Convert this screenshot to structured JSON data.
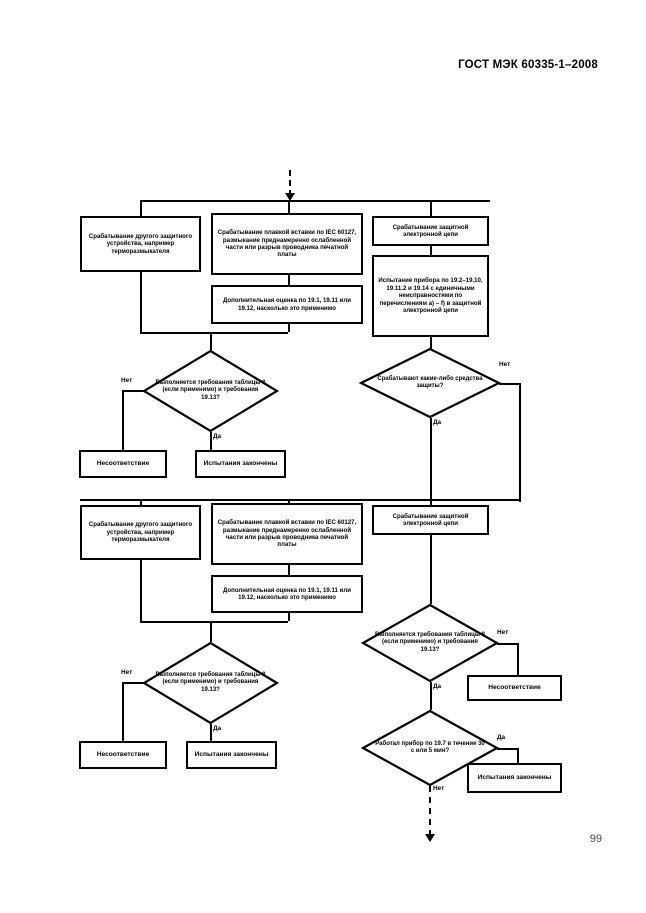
{
  "document": {
    "header": "ГОСТ МЭК 60335-1–2008",
    "page_number": "99"
  },
  "labels": {
    "yes": "Да",
    "no": "Нет"
  },
  "chart_data": {
    "type": "diagram",
    "title": "ГОСТ МЭК 60335-1–2008",
    "diagram_kind": "flowchart",
    "nodes": [
      {
        "id": "s1_b1",
        "shape": "process",
        "text": "Срабатывание другого защитного устройства, например терморазмыкателя"
      },
      {
        "id": "s1_b2",
        "shape": "process",
        "text": "Срабатывание плавкой вставки по IEC 60127, размыкание преднамеренно ослабленной части или разрыв проводника печатной платы"
      },
      {
        "id": "s1_b3",
        "shape": "process",
        "text": "Срабатывание защитной электронной цепи"
      },
      {
        "id": "s1_b4",
        "shape": "process",
        "text": "Испытание прибора по 19.2–19.10, 19.11.2 и 19.14 с единичными неисправностями по перечислениям a) – f) в защитной электронной цепи"
      },
      {
        "id": "s1_b5",
        "shape": "process",
        "text": "Дополнительная оценка по 19.1, 19.11 или 19.12, насколько это применимо"
      },
      {
        "id": "s1_d1",
        "shape": "decision",
        "text": "Выполняется требования таблицы 8 (если применимо) и требования 19.13?"
      },
      {
        "id": "s1_d2",
        "shape": "decision",
        "text": "Срабатывают какие-либо средства защиты?"
      },
      {
        "id": "s1_r1",
        "shape": "terminator",
        "text": "Несоответствие"
      },
      {
        "id": "s1_r2",
        "shape": "terminator",
        "text": "Испытания закончены"
      },
      {
        "id": "s2_b1",
        "shape": "process",
        "text": "Срабатывание другого защитного устройства, например терморазмыкателя"
      },
      {
        "id": "s2_b2",
        "shape": "process",
        "text": "Срабатывание плавкой вставки по IEC 60127, размыкание преднамеренно ослабленной части или разрыв проводника печатной платы"
      },
      {
        "id": "s2_b3",
        "shape": "process",
        "text": "Срабатывание защитной электронной цепи"
      },
      {
        "id": "s2_b5",
        "shape": "process",
        "text": "Дополнительная оценка по 19.1, 19.11 или 19.12, насколько это применимо"
      },
      {
        "id": "s2_d1",
        "shape": "decision",
        "text": "Выполняется требования таблицы 8 (если применимо) и требования 19.13?"
      },
      {
        "id": "s2_d2",
        "shape": "decision",
        "text": "Выполняется требования таблицы 8 (если применимо) и требования 19.13?"
      },
      {
        "id": "s2_d3",
        "shape": "decision",
        "text": "Работал прибор по 19.7 в течение 30 с или 5 мин?"
      },
      {
        "id": "s2_r1",
        "shape": "terminator",
        "text": "Несоответствие"
      },
      {
        "id": "s2_r2",
        "shape": "terminator",
        "text": "Испытания закончены"
      },
      {
        "id": "s2_r3",
        "shape": "terminator",
        "text": "Несоответствие"
      },
      {
        "id": "s2_r4",
        "shape": "terminator",
        "text": "Испытания закончены"
      }
    ],
    "edge_labels": [
      "Да",
      "Нет"
    ]
  },
  "section1": {
    "box1": "Срабатывание другого защитного устройства, например терморазмыкателя",
    "box2": "Срабатывание плавкой вставки по IEC 60127, размыкание преднамеренно ослабленной части или разрыв проводника печатной платы",
    "box3": "Срабатывание защитной электронной цепи",
    "box4": "Испытание прибора по 19.2–19.10, 19.11.2 и 19.14 с единичными неисправностями по перечислениям a) – f) в защитной электронной цепи",
    "box5": "Дополнительная оценка по 19.1, 19.11 или 19.12, насколько это применимо",
    "decision1": "Выполняется требования таблицы 8 (если применимо) и требования 19.13?",
    "decision2": "Срабатывают какие-либо средства защиты?",
    "result_fail": "Несоответствие",
    "result_pass": "Испытания закончены",
    "d1_no": "Нет",
    "d1_yes": "Да",
    "d2_no": "Нет",
    "d2_yes": "Да"
  },
  "section2": {
    "box1": "Срабатывание другого защитного устройства, например терморазмыкателя",
    "box2": "Срабатывание плавкой вставки по IEC 60127, размыкание преднамеренно ослабленной части или разрыв проводника печатной платы",
    "box3": "Срабатывание защитной электронной цепи",
    "box5": "Дополнительная оценка по 19.1, 19.11 или 19.12, насколько это применимо",
    "decision_left": "Выполняется требования таблицы 8 (если применимо) и требования 19.13?",
    "decision_right_top": "Выполняется требования таблицы 8 (если применимо) и требования 19.13?",
    "decision_right_bottom": "Работал прибор по 19.7 в течение 30 с или 5 мин?",
    "result_fail_left": "Несоответствие",
    "result_pass_left": "Испытания закончены",
    "result_fail_right": "Несоответствие",
    "result_pass_right": "Испытания закончены",
    "dl_no": "Нет",
    "dl_yes": "Да",
    "drt_no": "Нет",
    "drt_yes": "Да",
    "drb_yes": "Да",
    "drb_no": "Нет"
  }
}
